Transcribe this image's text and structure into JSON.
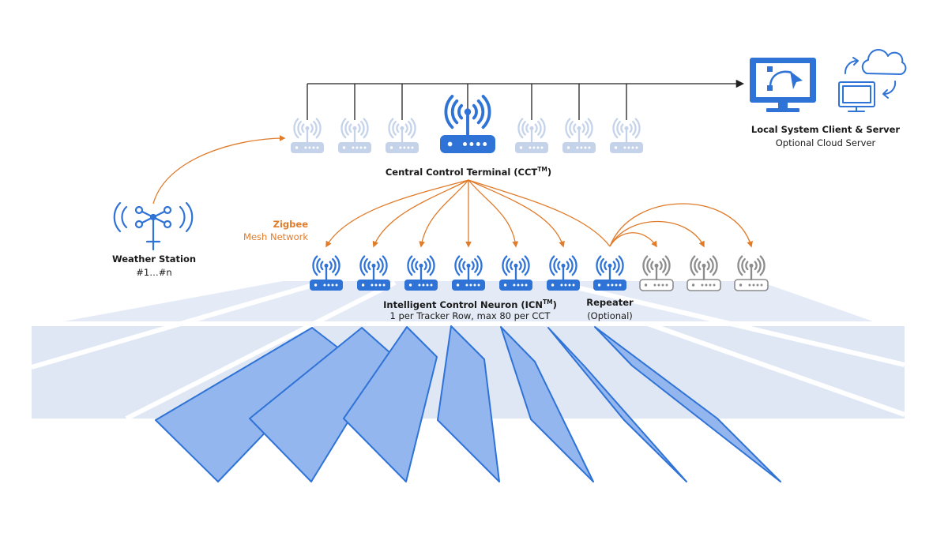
{
  "colors": {
    "blue": "#2f73d6",
    "orange": "#e07b2a",
    "faded": "#c5d3ea",
    "gray": "#8c8c8c",
    "ground": "#dfe7f5",
    "panel_fill": "#93b6ef",
    "panel_stroke": "#2f73d6"
  },
  "cct": {
    "title": "Central Control Terminal (CCT",
    "sup": "TM",
    "close": ")"
  },
  "icn": {
    "title": "Intelligent Control Neuron (ICN",
    "sup": "TM",
    "close": ")",
    "subtitle": "1 per Tracker Row, max 80 per CCT"
  },
  "repeater": {
    "title": "Repeater",
    "subtitle": "(Optional)"
  },
  "weather": {
    "title": "Weather Station",
    "subtitle": "#1…#n"
  },
  "server": {
    "title": "Local System Client & Server",
    "subtitle": "Optional Cloud Server"
  },
  "mesh": {
    "line1": "Zigbee",
    "line2": "Mesh Network"
  },
  "icons": {
    "cct_device": "router-icon",
    "icn_device": "router-icon",
    "repeater_device": "router-icon",
    "weather": "weather-station-icon",
    "monitor": "monitor-icon",
    "cloud": "cloud-icon"
  }
}
